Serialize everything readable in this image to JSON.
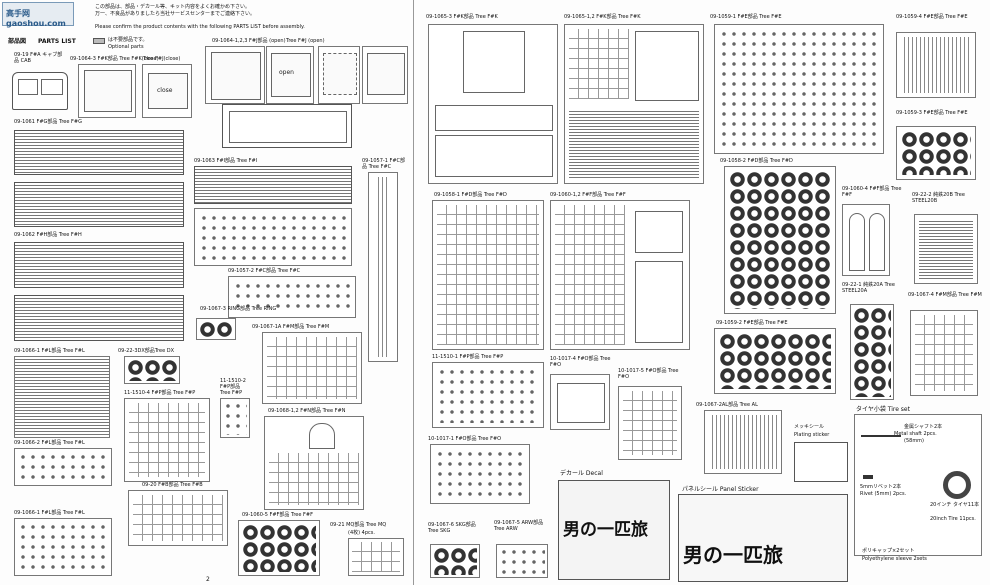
{
  "header": {
    "jp_line1": "この部品は、部品・デカール等、キット内容をよくお確かめ下さい。",
    "jp_line2": "万一、不良品がありましたら当社サービスセンターまでご連絡下さい。",
    "en_line1": "Please confirm the product contents with the following PARTS LIST before assembly."
  },
  "parts_list": {
    "title_jp": "部品図",
    "title_en": "PARTS LIST",
    "optional_jp": "は不要部品です。",
    "optional_en": "Optional parts"
  },
  "left_page": {
    "cab": "09-19 F#A キャブ部品 CAB",
    "tree_k_close": "09-1064-3 F#K部品 Tree F#K(close)",
    "tree_j_close": "Tree F#J(close)",
    "close": "close",
    "tree_k_open": "09-1064-1,2,3 F#J部品 (open)",
    "tree_j_open": "Tree F#J (open)",
    "open": "open",
    "tree_g": "09-1061 F#G部品 Tree F#G",
    "tree_i": "09-1063 F#I部品 Tree F#I",
    "tree_h": "09-1062 F#H部品 Tree F#H",
    "tree_c_top": "09-1057-1 F#C部品 Tree F#C",
    "tree_c": "09-1057-2 F#C部品 Tree F#C",
    "ring": "09-1067-3 RING部品 Tree RING",
    "tree_m": "09-1067-1A F#M部品 Tree F#M",
    "tree_l": "09-1066-1 F#L部品 Tree F#L",
    "tree_dx": "09-22-3DX部品Tree DX",
    "tree_p_left": "11-1510-4 F#P部品 Tree F#P",
    "tree_p_small": "11-1510-2 F#P部品 Tree F#P",
    "tree_n": "09-1068-1,2 F#N部品 Tree F#N",
    "tree_l2": "09-1066-2 F#L部品 Tree F#L",
    "tree_b": "09-20 F#B部品 Tree F#B",
    "tree_l3": "09-1066-1 F#L部品 Tree F#L",
    "tree_f": "09-1060-5 F#F部品 Tree F#F",
    "tree_mq": "09-21 MQ部品 Tree MQ",
    "mq_note": "(4枚) 4pcs.",
    "page_number": "2"
  },
  "right_page": {
    "tree_k1": "09-1065-3 F#K部品 Tree F#K",
    "tree_k2": "09-1065-1,2 F#K部品 Tree F#K",
    "tree_e1": "09-1059-1 F#E部品 Tree F#E",
    "tree_e4": "09-1059-4 F#E部品 Tree F#E",
    "tree_e3": "09-1059-3 F#E部品 Tree F#E",
    "tree_d2": "09-1058-2 F#D部品 Tree F#D",
    "tree_d1": "09-1058-1 F#D部品 Tree F#D",
    "tree_f2": "09-1060-1,2 F#F部品 Tree F#F",
    "tree_f4": "09-1060-4 F#F部品 Tree F#F",
    "steel20b": "09-22-2 純鉄20B Tree STEEL20B",
    "steel20a": "09-22-1 純鉄20A Tree STEEL20A",
    "tree_m2": "09-1067-4 F#M部品 Tree F#M",
    "tree_p2": "11-1510-1 F#P部品 Tree F#P",
    "tree_o1": "10-1017-4 F#O部品 Tree F#O",
    "tree_o2": "10-1017-5 F#O部品 Tree F#O",
    "tree_e2": "09-1059-2 F#E部品 Tree F#E",
    "tree_al": "09-1067-2AL部品 Tree AL",
    "tree_o3": "10-1017-1 F#O部品 Tree F#O",
    "plating_jp": "メッキシール",
    "plating_en": "Plating sticker",
    "tire_set": "タイヤ小袋 Tire set",
    "shaft_jp": "金属シャフト2本",
    "shaft_en": "Metal shaft 2pcs.",
    "shaft_size": "(58mm)",
    "rivet_jp": "5mmリベット2本",
    "rivet_en": "Rivet (5mm) 2pcs.",
    "tire_jp": "20インチ タイヤ11本",
    "tire_en": "20inch Tire 11pcs.",
    "decal": "デカール Decal",
    "panel_sticker": "パネルシール Panel Sticker",
    "skg": "09-1067-6 SKG部品 Tree SKG",
    "arw": "09-1067-5 ARW部品 Tree ARW",
    "poly_jp": "ポリキャップ×2セット",
    "poly_en": "Polyethylene sleeve 2sets",
    "decal_title": "男の一匹旅",
    "sticker_title": "男の一匹旅"
  },
  "watermark": "高手网 gaoshou.com"
}
